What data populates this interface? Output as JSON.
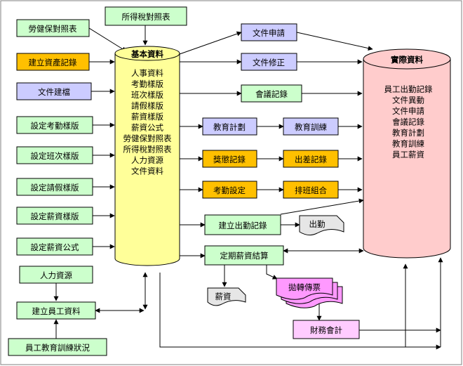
{
  "colors": {
    "green": "#ccffcc",
    "orange": "#ffc000",
    "blue": "#ccccff",
    "yellow_cyl": "#ffff99",
    "pink_cyl": "#ffcccc",
    "pink_doc": "#ff99ff",
    "grey_doc": "#e6e6e6",
    "white_box": "#ffffff"
  },
  "left_inputs": {
    "labor_insurance_table": "勞健保對照表",
    "income_tax_table": "所得稅對照表",
    "create_asset_record": "建立資產記錄",
    "document_filing": "文件建檔",
    "set_attendance_template": "設定考勤樣版",
    "set_shift_template": "設定班次樣版",
    "set_leave_template": "設定請假樣版",
    "set_salary_template": "設定薪資樣版",
    "set_salary_formula": "設定薪資公式",
    "human_resource": "人力資源",
    "create_employee_data": "建立員工資料",
    "employee_training_status": "員工教育訓練狀況"
  },
  "basic_data": {
    "title": "基本資料",
    "items": [
      "人事資料",
      "考勤樣版",
      "班次樣版",
      "請假樣版",
      "薪資樣版",
      "薪資公式",
      "勞健保對照表",
      "所得稅對照表",
      "人力資源",
      "文件資料"
    ]
  },
  "actual_data": {
    "title": "實際資料",
    "items": [
      "員工出勤記錄",
      "文件異動",
      "文件申請",
      "會議記錄",
      "教育計劃",
      "教育訓練",
      "員工薪資"
    ]
  },
  "middle": {
    "doc_apply": "文件申請",
    "doc_revise": "文件修正",
    "meeting_record": "會議記錄",
    "training_plan": "教育計劃",
    "training": "教育訓練",
    "reward_record": "獎懲記錄",
    "business_trip": "出差記錄",
    "attendance_setup": "考勤設定",
    "shift_group": "排班組合",
    "create_attendance": "建立出勤記錄",
    "attendance_doc": "出勤",
    "payroll_settle": "定期薪資結算",
    "salary_doc": "薪資",
    "transfer_voucher": "拋轉傳票",
    "finance_accounting": "財務會計"
  }
}
